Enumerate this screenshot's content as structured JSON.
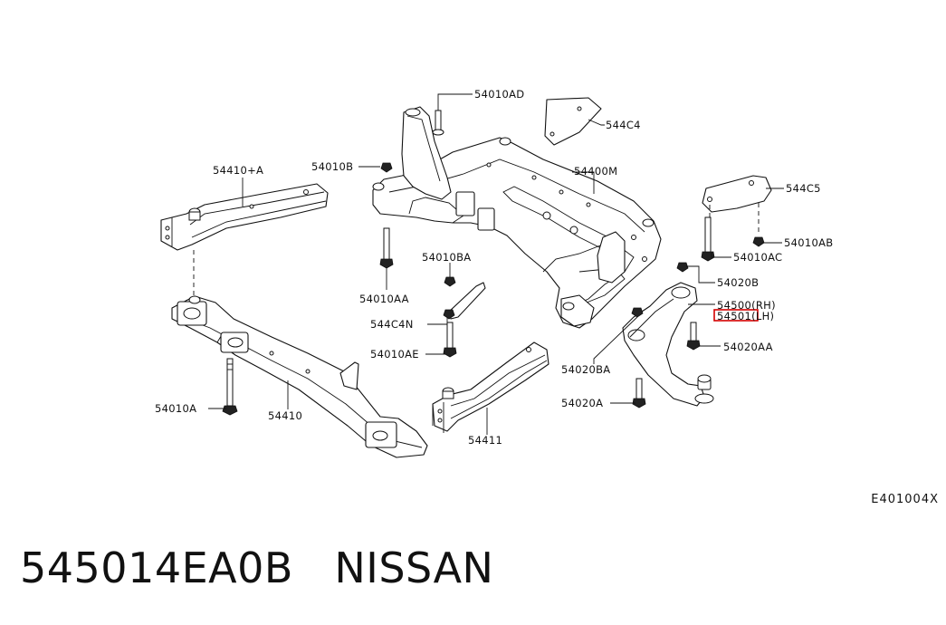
{
  "diagram": {
    "code": "E401004X",
    "highlight_color": "#d40000",
    "labels": {
      "l_54010AD": "54010AD",
      "l_544C4": "544C4",
      "l_54410A": "54410+A",
      "l_54010B": "54010B",
      "l_54400M": "54400M",
      "l_544C5": "544C5",
      "l_54010AB": "54010AB",
      "l_54010AC": "54010AC",
      "l_54010BA": "54010BA",
      "l_54010AA": "54010AA",
      "l_54020B": "54020B",
      "l_544C4N": "544C4N",
      "l_54500": "54500(RH)",
      "l_54501": "54501(LH)",
      "l_54010AE": "54010AE",
      "l_54020AA": "54020AA",
      "l_54020BA": "54020BA",
      "l_54010A": "54010A",
      "l_54410": "54410",
      "l_54411": "54411",
      "l_54020A": "54020A"
    }
  },
  "footer": {
    "part_number": "545014EA0B",
    "brand": "NISSAN"
  }
}
